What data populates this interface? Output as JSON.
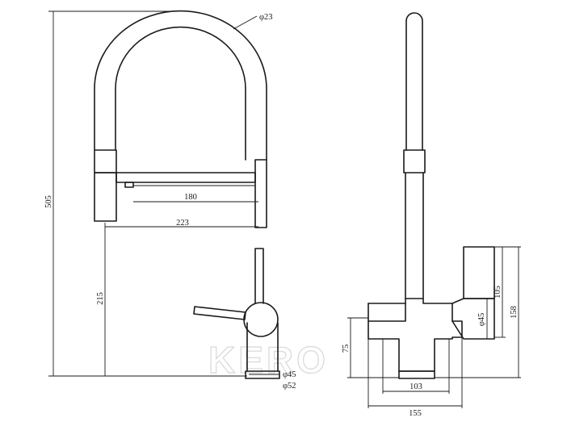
{
  "diagram": {
    "watermark": "KERO",
    "dimensions": {
      "total_height": "505",
      "spout_diameter": "φ23",
      "reach_inner": "180",
      "reach_outer": "223",
      "spout_height": "215",
      "base_inner_diameter": "φ45",
      "base_outer_diameter": "φ52",
      "side_height": "75",
      "base_width": "103",
      "overall_width": "155",
      "handle_diameter": "φ45",
      "handle_height": "105",
      "handle_total_height": "158"
    }
  }
}
